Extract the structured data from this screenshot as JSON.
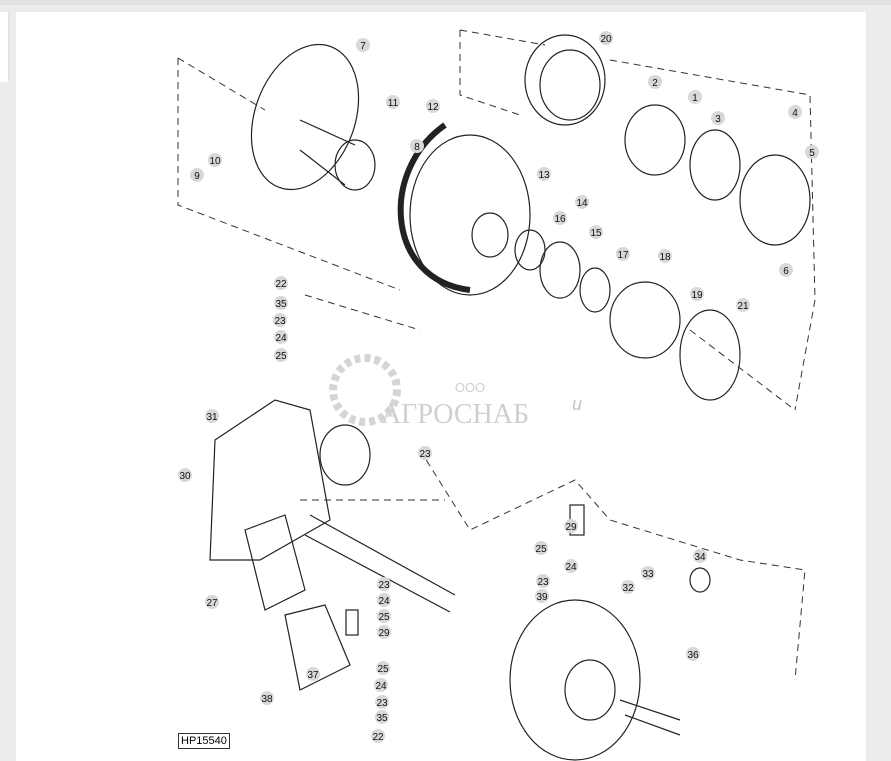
{
  "diagram": {
    "code": "HP15540",
    "watermark": {
      "prefix": "ООО",
      "name": "АГРОСНАБ",
      "suffix": "и"
    },
    "callouts": [
      "7",
      "20",
      "2",
      "1",
      "4",
      "3",
      "11",
      "12",
      "8",
      "10",
      "9",
      "13",
      "14",
      "5",
      "16",
      "15",
      "17",
      "18",
      "6",
      "19",
      "21",
      "22",
      "35",
      "23",
      "24",
      "25",
      "31",
      "23",
      "30",
      "29",
      "25",
      "24",
      "23",
      "39",
      "34",
      "33",
      "32",
      "27",
      "23",
      "24",
      "25",
      "29",
      "36",
      "37",
      "25",
      "24",
      "38",
      "23",
      "35",
      "22"
    ]
  }
}
